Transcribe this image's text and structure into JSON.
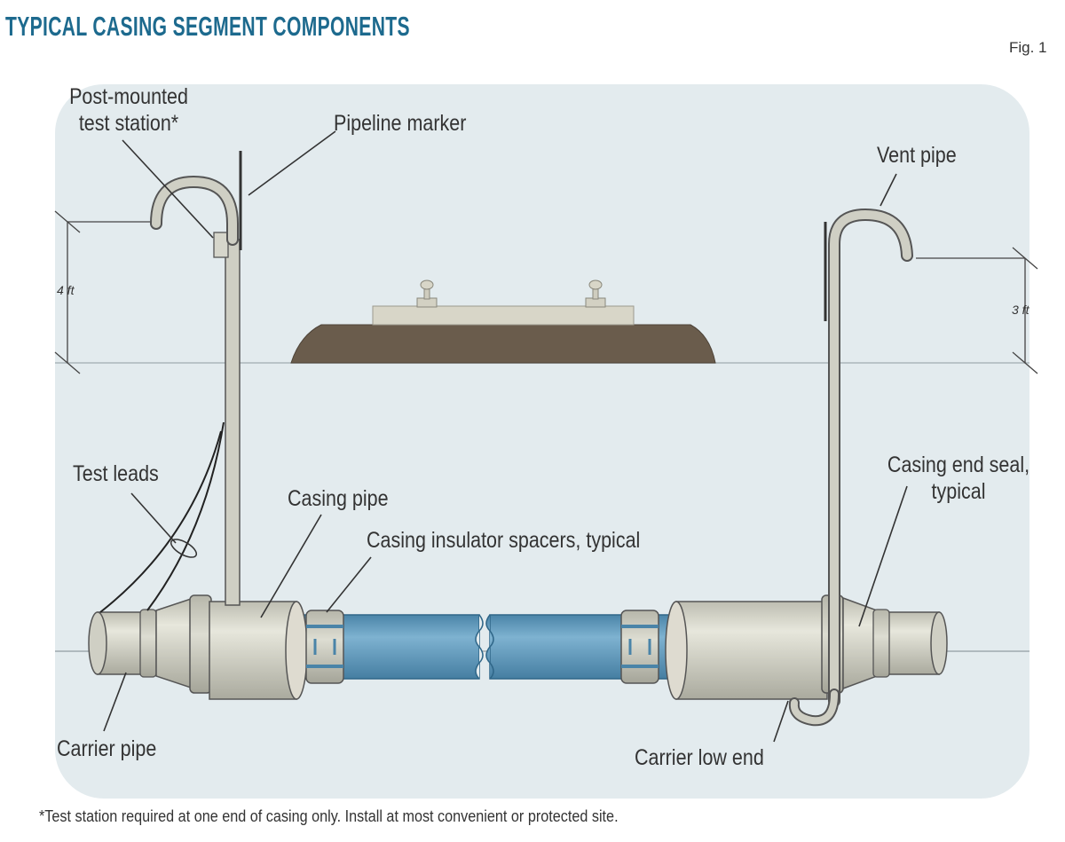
{
  "title": "Typical casing segment components",
  "figure_label": "Fig. 1",
  "labels": {
    "post_mounted_test_station": "Post-mounted\ntest station*",
    "pipeline_marker": "Pipeline marker",
    "vent_pipe": "Vent pipe",
    "test_leads": "Test leads",
    "casing_pipe": "Casing pipe",
    "casing_insulator_spacers": "Casing insulator spacers, typical",
    "casing_end_seal": "Casing end seal,\ntypical",
    "carrier_pipe": "Carrier pipe",
    "carrier_low_end": "Carrier low end"
  },
  "dimensions": {
    "left_height": "4 ft",
    "right_height": "3 ft"
  },
  "footnote": "*Test station required at one end of casing only. Install at most convenient or protected site.",
  "colors": {
    "title": "#1d6a8e",
    "background": "#e3ebee",
    "carrier_pipe": "#5c98bb",
    "casing_pipe": "#d3d3c6",
    "ballast": "#6a5c4c"
  }
}
